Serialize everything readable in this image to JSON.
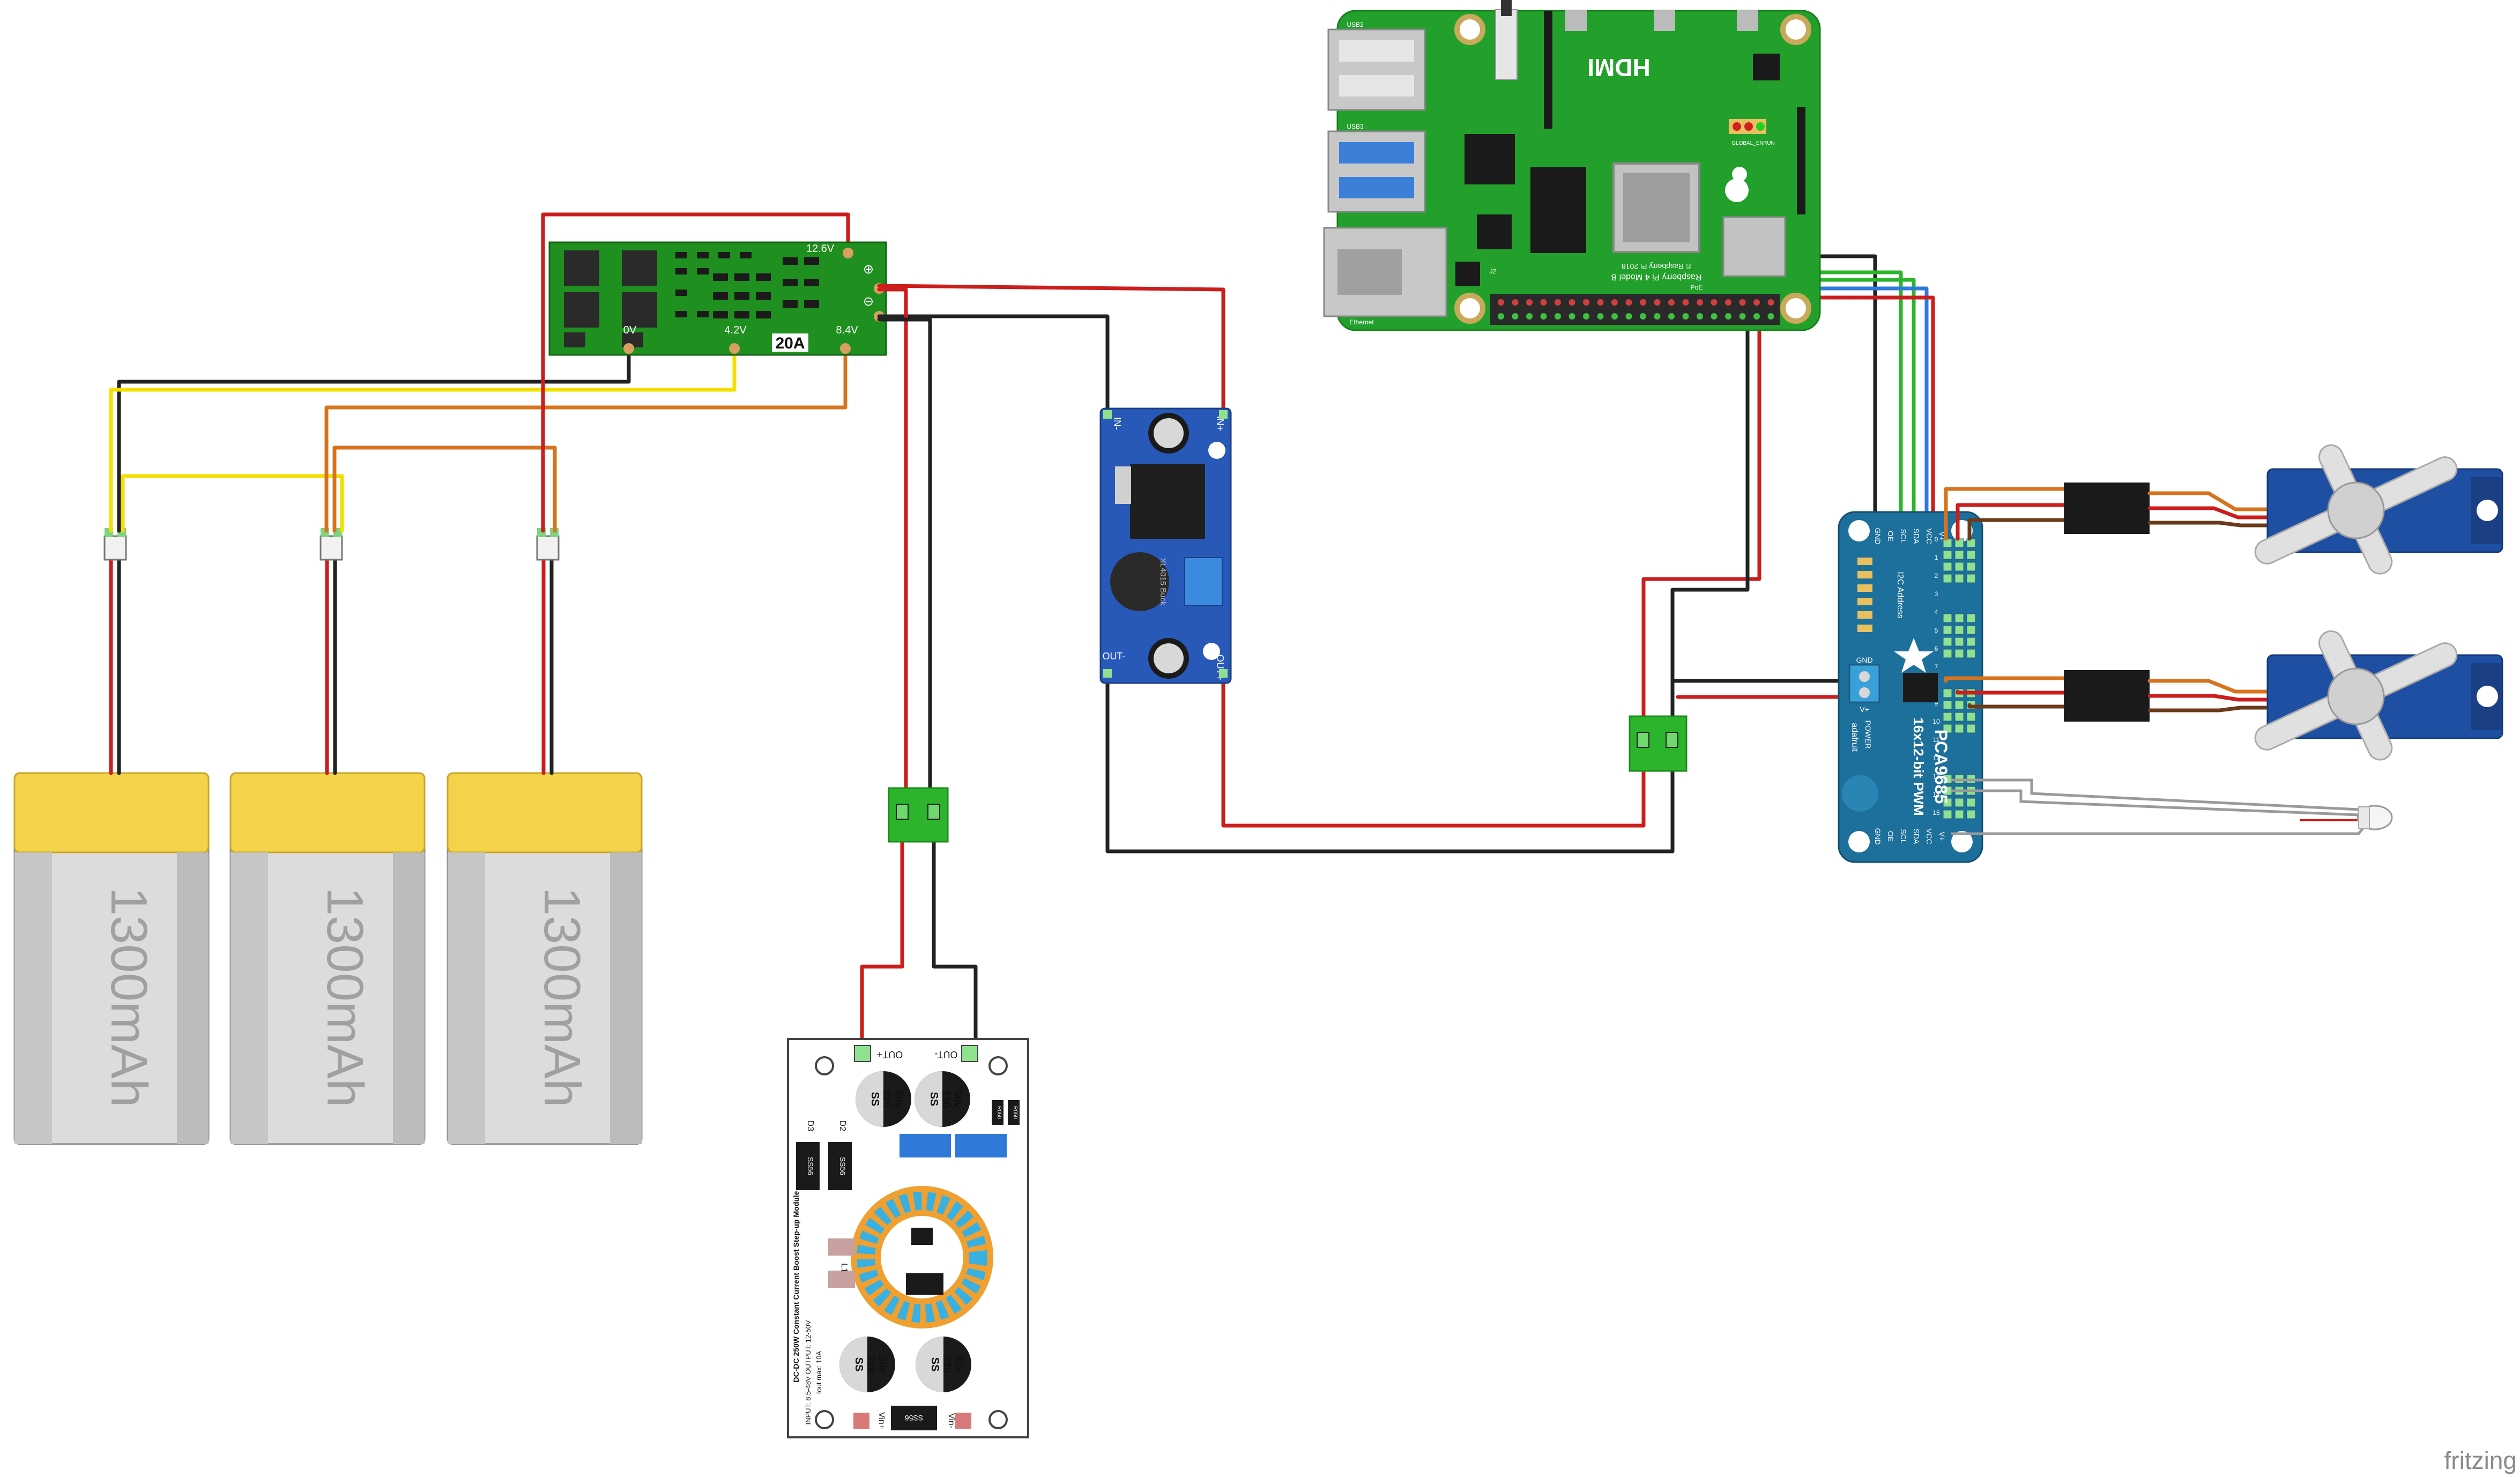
{
  "components": {
    "batteries": [
      {
        "label": "1300mAh"
      },
      {
        "label": "1300mAh"
      },
      {
        "label": "1300mAh"
      }
    ],
    "bms": {
      "rating": "20A",
      "pin_labels": [
        "12.6V",
        "8.4V",
        "4.2V",
        "0V"
      ],
      "plus_symbol": "⊕",
      "minus_symbol": "⊖"
    },
    "buck_converter": {
      "in_minus": "IN-",
      "in_plus": "IN+",
      "out_minus": "OUT-",
      "out_plus": "OUT+",
      "chip_text": "XL4015 Buck"
    },
    "raspberry_pi": {
      "hdmi_label": "HDMI",
      "model_text": "Raspberry Pi 4 Model B",
      "copyright_text": "© Raspberry Pi 2018",
      "port_labels": [
        "USB2",
        "USB3",
        "Ethernet"
      ],
      "small_labels": [
        "PoE",
        "J2",
        "GLOBAL_EN",
        "RUN"
      ]
    },
    "boost_converter": {
      "out_plus": "OUT+",
      "out_minus": "OUT-",
      "vin_plus": "Vin+",
      "vin_minus": "Vin-",
      "caps": [
        {
          "line1": "SS",
          "line2": "220",
          "line3": "50v"
        },
        {
          "line1": "SS",
          "line2": "220",
          "line3": "50v"
        },
        {
          "line1": "SS",
          "line2": "220",
          "line3": "50v"
        },
        {
          "line1": "SS",
          "line2": "220",
          "line3": "50v"
        }
      ],
      "diodes": [
        "D3",
        "D2"
      ],
      "diode_marks": [
        "SS56",
        "SS56",
        "SS56"
      ],
      "inductor_label": "L1",
      "resistor_marks": [
        "R050",
        "R050"
      ],
      "title": "DC-DC 250W Constant Current Boost Step-up Module",
      "spec1": "INPUT: 8.5-48V  OUTPUT: 12-50V",
      "spec2": "Iout max: 10A"
    },
    "pwm_driver": {
      "name": "PCA9685",
      "subtitle": "16x12-bit PWM",
      "top_pins": [
        "GND",
        "OE",
        "SCL",
        "SDA",
        "VCC",
        "V+"
      ],
      "bottom_pins": [
        "GND",
        "OE",
        "SCL",
        "SDA",
        "VCC",
        "V+"
      ],
      "address_label": "I2C Address",
      "brand": "adafruit",
      "power_label": "POWER",
      "terminal_labels": [
        "GND",
        "V+"
      ],
      "side_labels": [
        "0",
        "1",
        "2",
        "3",
        "4",
        "5",
        "6",
        "7",
        "8",
        "9",
        "10",
        "11",
        "12",
        "13",
        "14",
        "15"
      ]
    },
    "servos": [
      {
        "id": "servo-1"
      },
      {
        "id": "servo-2"
      }
    ]
  },
  "watermark": "fritzing",
  "colors": {
    "wire_red": "#cc1d1d",
    "wire_black": "#222222",
    "wire_yellow": "#f2e000",
    "wire_orange": "#d8731d",
    "wire_green": "#2cb52c",
    "wire_blue": "#2f7ad9",
    "wire_gray": "#9a9a9a",
    "battery_cap": "#f3d34a",
    "battery_body": "#d9d9d9",
    "pcb_green": "#1f8f1f",
    "pi_green": "#23a02c",
    "buck_blue": "#2859b8",
    "pwm_blue": "#1d6f9c",
    "servo_blue": "#1f4fa3"
  }
}
